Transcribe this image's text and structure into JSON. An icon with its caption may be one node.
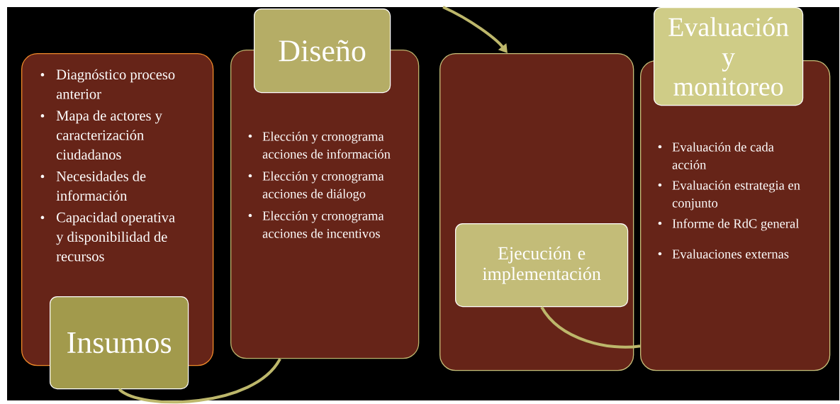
{
  "diagram": {
    "nodes": [
      {
        "text": [
          "Diagnóstico proceso anterior",
          "Mapa de actores y caracterización ciudadanos",
          "Necesidades de información",
          "Capacidad operativa y disponibilidad de recursos"
        ]
      },
      {
        "text": [
          "Insumos"
        ]
      },
      {
        "text": [
          "Elección y cronograma acciones de información",
          "Elección y cronograma acciones de diálogo",
          "Elección y cronograma acciones de incentivos"
        ]
      },
      {
        "text": [
          "Diseño"
        ]
      },
      {
        "text": [],
        "shape": "box"
      },
      {
        "text": [
          "Ejecución e implementación"
        ],
        "in": 4
      },
      {
        "text": [
          "Evaluación de cada acción",
          "Evaluación estrategia en conjunto",
          "Informe de RdC general",
          "Evaluaciones externas"
        ]
      },
      {
        "text": [
          "Evaluación y monitoreo"
        ]
      }
    ],
    "edges": [
      {
        "from": 1,
        "to": 2,
        "arrow": "none"
      },
      {
        "from": null,
        "to": 4,
        "arrow": "to"
      },
      {
        "from": 5,
        "to": 6,
        "arrow": "none"
      }
    ]
  }
}
